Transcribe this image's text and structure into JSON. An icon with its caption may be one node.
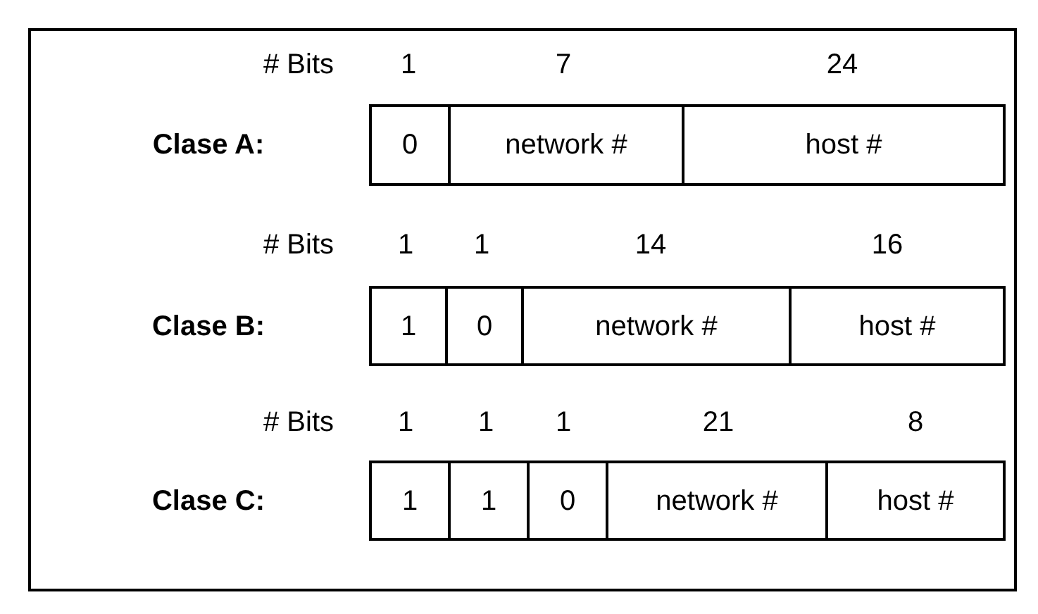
{
  "diagram": {
    "nodes": [
      {
        "text": [
          "0"
        ]
      },
      {
        "text": [
          "network #"
        ]
      },
      {
        "text": [
          "host #"
        ]
      },
      {
        "text": [
          "1"
        ]
      },
      {
        "text": [
          "0"
        ]
      },
      {
        "text": [
          "network #"
        ]
      },
      {
        "text": [
          "host #"
        ]
      },
      {
        "text": [
          "1"
        ]
      },
      {
        "text": [
          "1"
        ]
      },
      {
        "text": [
          "0"
        ]
      },
      {
        "text": [
          "network #"
        ]
      },
      {
        "text": [
          "host #"
        ]
      }
    ],
    "labels": [
      "# Bits",
      "1",
      "7",
      "24",
      "Clase A:",
      "# Bits",
      "1",
      "1",
      "14",
      "16",
      "Clase B:",
      "# Bits",
      "1",
      "1",
      "1",
      "21",
      "8",
      "Clase C:"
    ]
  }
}
